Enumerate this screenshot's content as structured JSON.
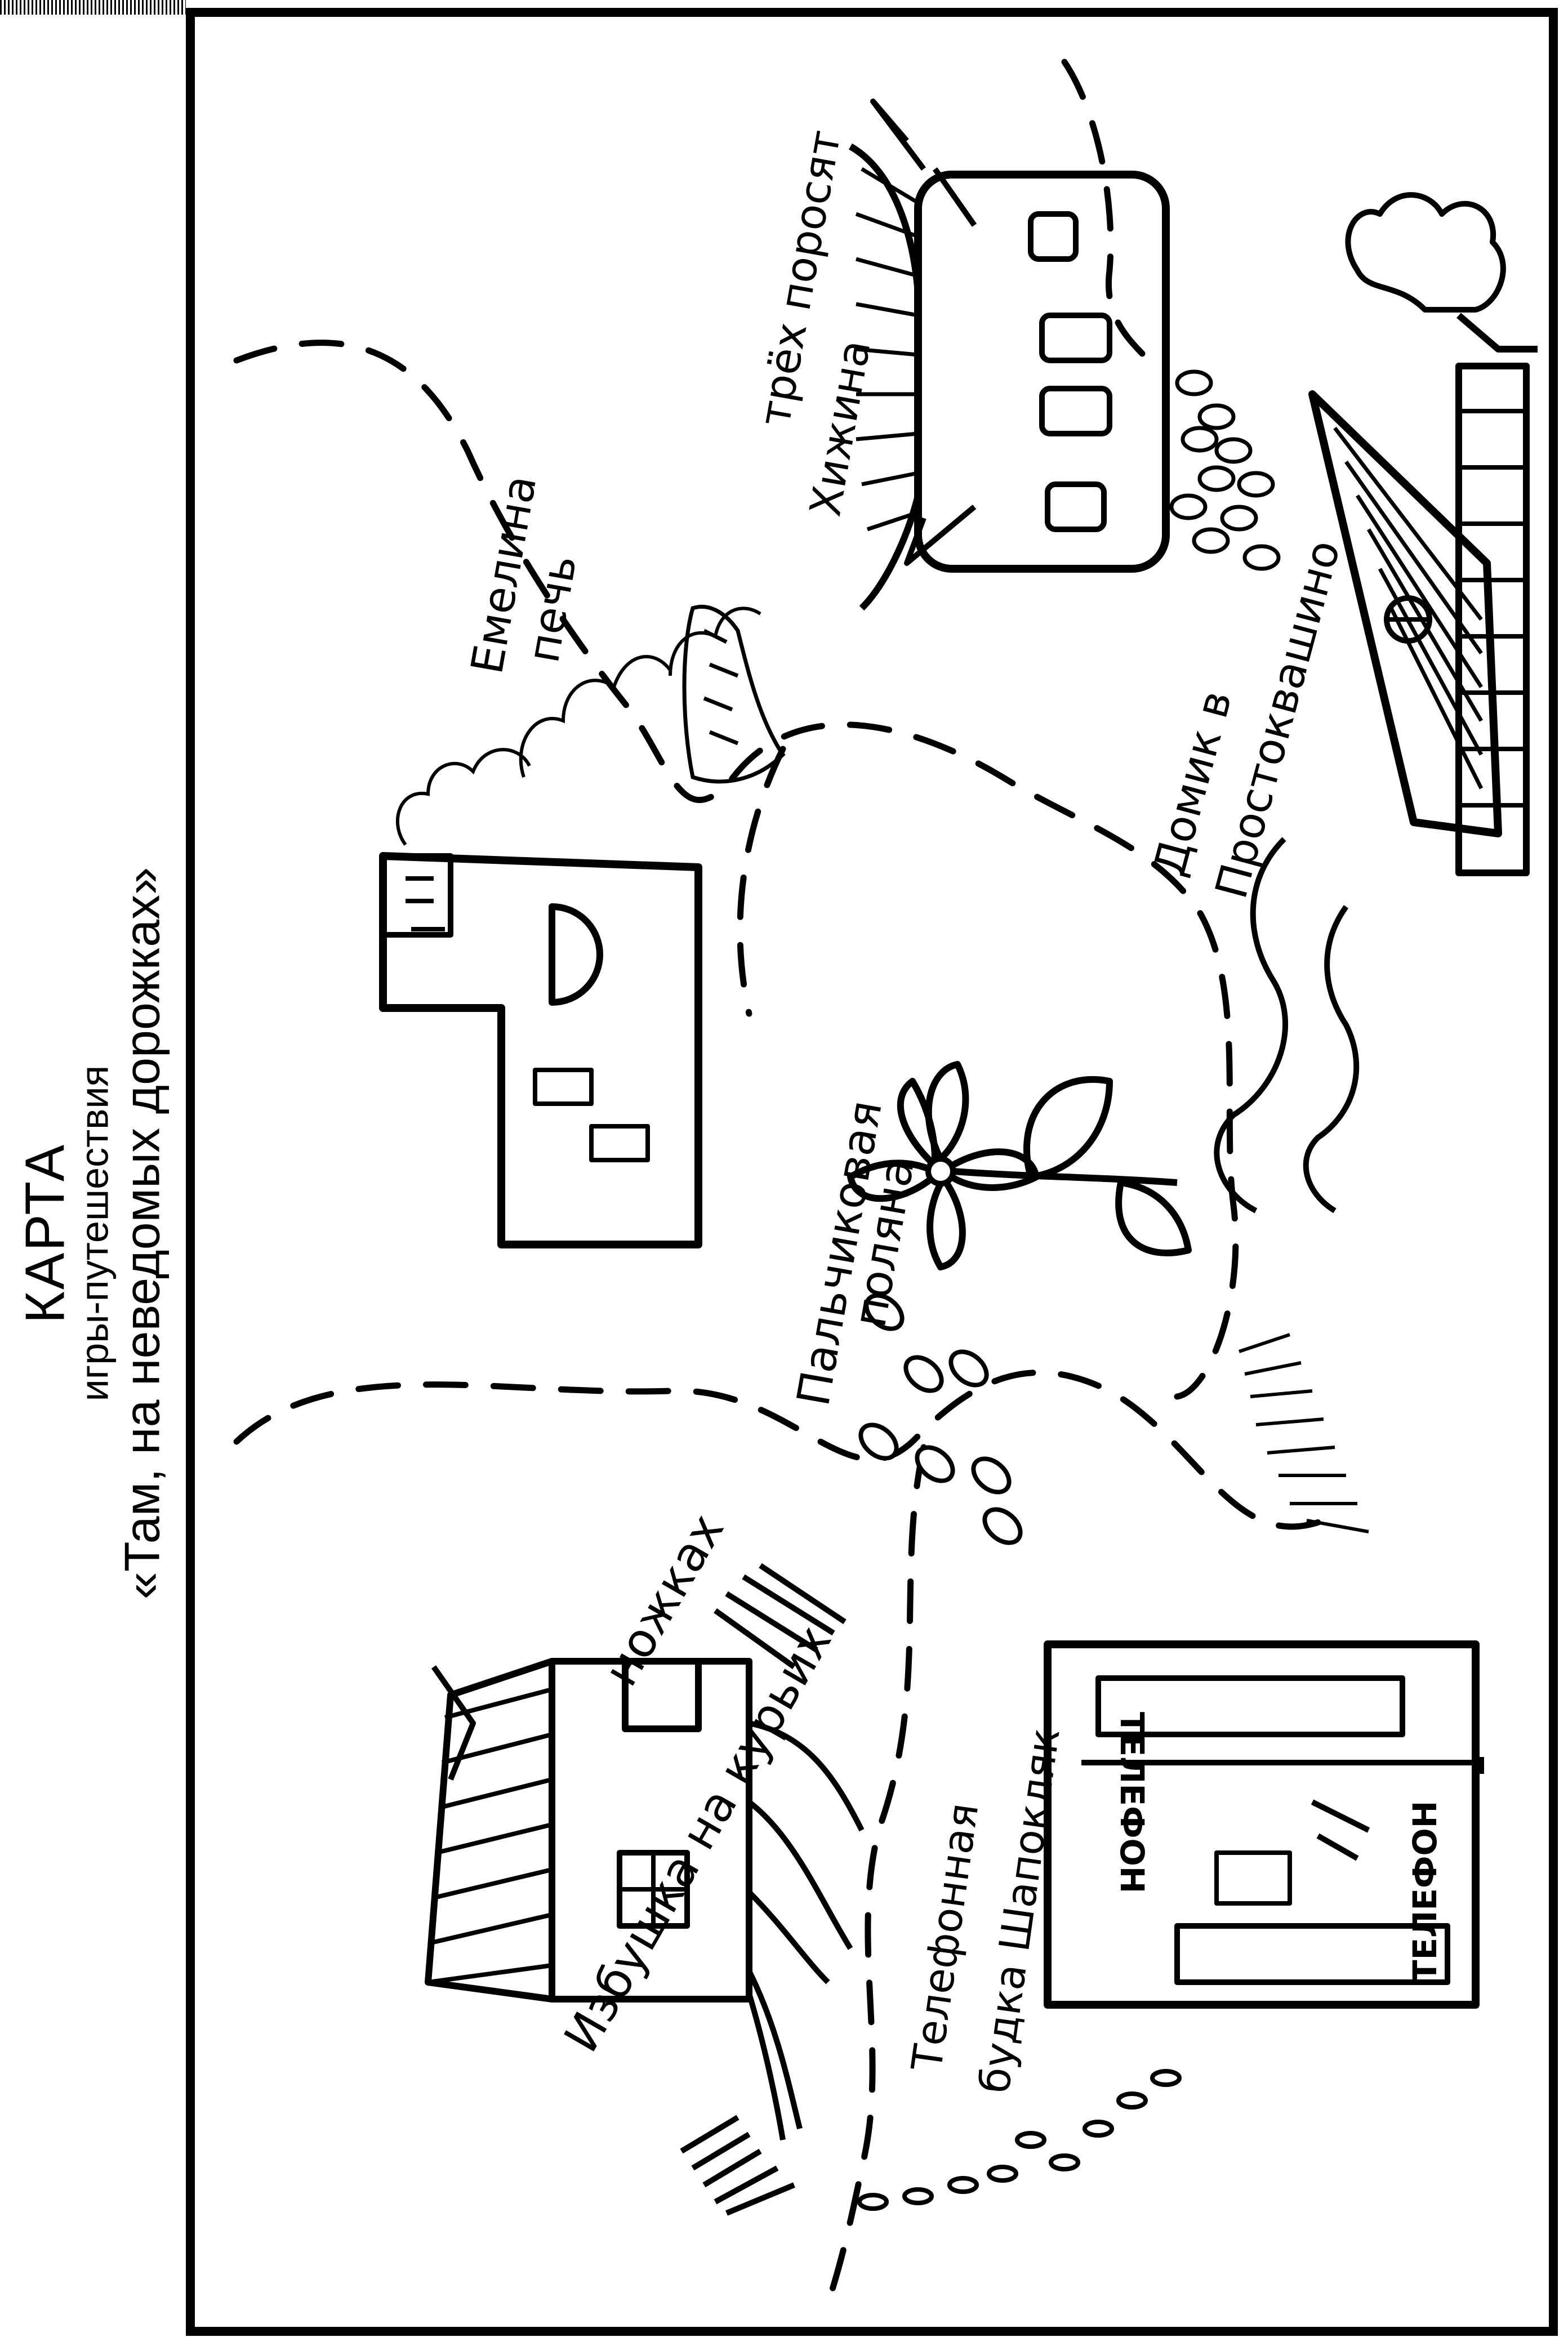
{
  "title": {
    "main": "КАРТА",
    "subtitle": "игры-путешествия",
    "game_name": "«Там, на неведомых дорожках»"
  },
  "places": {
    "izbushka": {
      "line1": "Избушка на курьих",
      "line2": "ножках"
    },
    "telephone_booth": {
      "line1": "Телефонная",
      "line2": "будка Шапокляк"
    },
    "emelya_stove": {
      "line1": "Емелина",
      "line2": "печь"
    },
    "meadow": {
      "line1": "Пальчиковая",
      "line2": "поляна"
    },
    "piglets_hut": {
      "line1": "Хижина",
      "line2": "трёх поросят"
    },
    "prostokvashino_house": {
      "line1": "Домик в",
      "line2": "Простоквашино"
    }
  },
  "signs": {
    "phone_sign_left": "ТЕЛЕФОН",
    "phone_sign_top": "ТЕЛЕФОН"
  },
  "colors": {
    "ink": "#000000",
    "paper": "#ffffff"
  }
}
